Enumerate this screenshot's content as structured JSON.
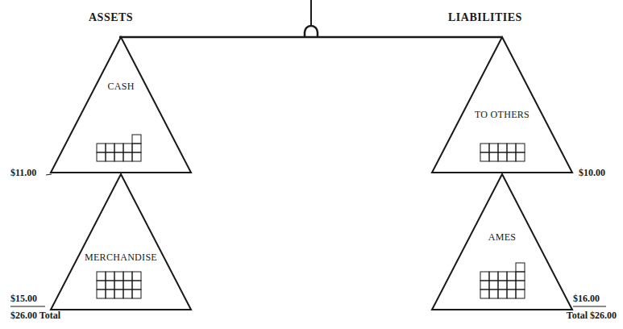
{
  "diagram": {
    "nodes": [
      {
        "text": [
          "CASH"
        ]
      },
      {
        "text": [
          "MERCHANDISE"
        ]
      },
      {
        "text": [
          "TO OTHERS"
        ]
      },
      {
        "text": [
          "AMES"
        ]
      }
    ],
    "labels": [
      "ASSETS",
      "LIABILITIES",
      "$11.00",
      "$15.00",
      "$26.00 Total",
      "$10.00",
      "$16.00",
      "Total $26.00"
    ]
  }
}
